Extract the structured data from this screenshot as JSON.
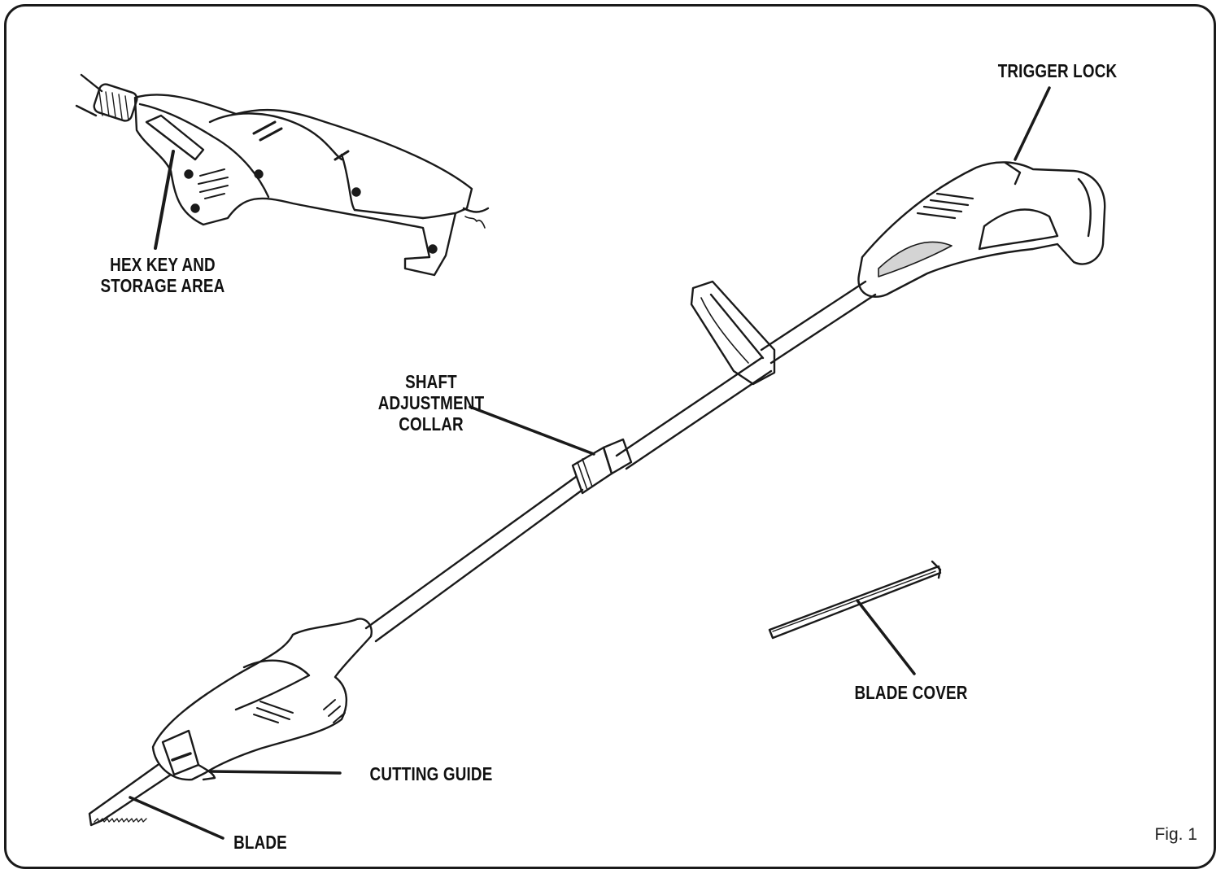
{
  "labels": {
    "trigger_lock": "TRIGGER LOCK",
    "hex_key": "HEX KEY AND\nSTORAGE AREA",
    "shaft_collar": "SHAFT\nADJUSTMENT\nCOLLAR",
    "blade_cover": "BLADE COVER",
    "cutting_guide": "CUTTING GUIDE",
    "blade": "BLADE"
  },
  "figure_number": "Fig. 1",
  "colors": {
    "line": "#1a1a1a",
    "shade": "#cfcfcf",
    "background": "#ffffff"
  }
}
